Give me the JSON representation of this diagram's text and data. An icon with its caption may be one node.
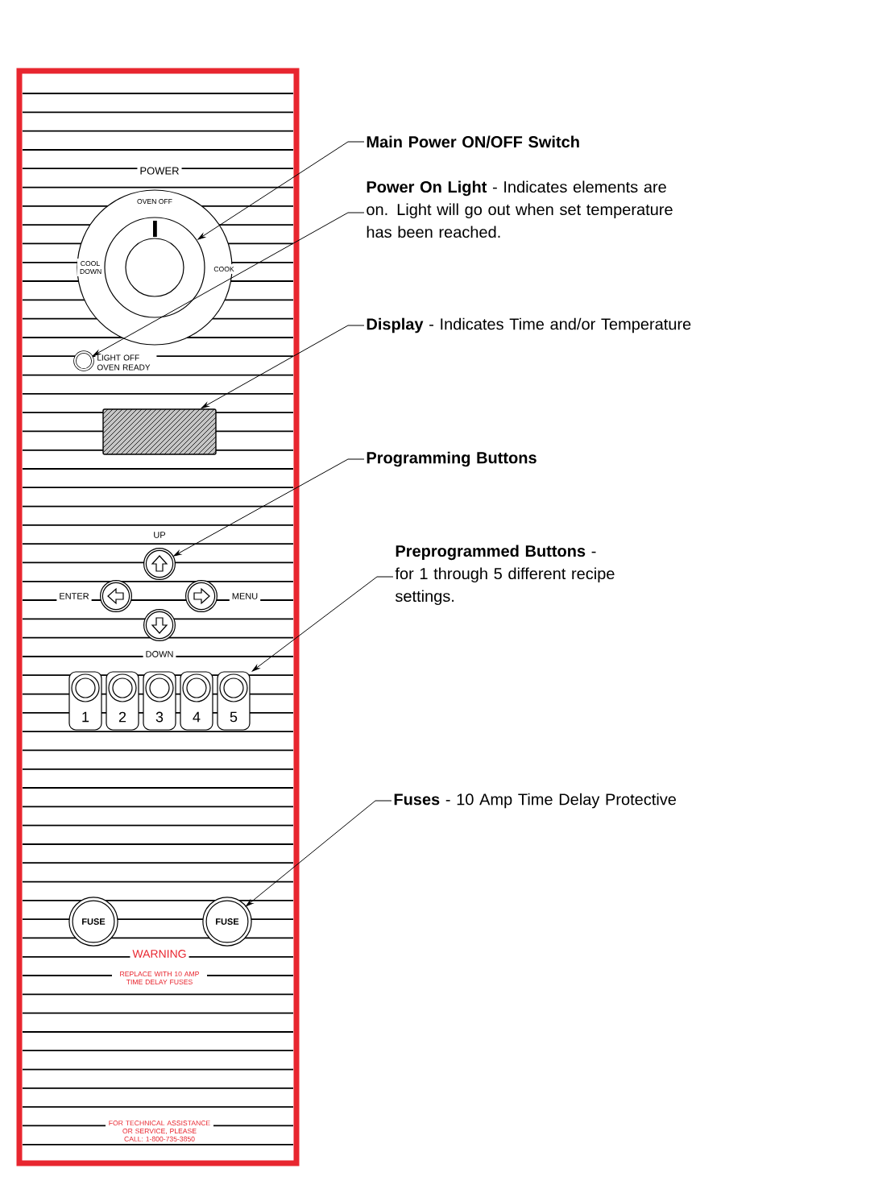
{
  "diagram": {
    "nodes": [
      {
        "text": [
          "Main Power ON/OFF Switch"
        ]
      },
      {
        "text": [
          "**Power On Light** - Indicates elements are on. Light will go out when set temperature has been reached."
        ]
      },
      {
        "text": [
          "**Display** - Indicates Time and/or Temperature"
        ]
      },
      {
        "text": [
          "Programming Buttons"
        ]
      },
      {
        "text": [
          "**Preprogrammed Buttons** - for 1 through 5 different recipe settings."
        ]
      },
      {
        "text": [
          "**Fuses** - 10 Amp Time Delay Protective"
        ]
      },
      {
        "text": [],
        "shape": "circle"
      },
      {
        "text": [],
        "shape": "circle",
        "beside": [
          "LIGHT OFF OVEN READY"
        ]
      },
      {
        "text": [],
        "shape": "box"
      },
      {
        "text": [],
        "shape": "circle",
        "beside": [
          "UP"
        ]
      },
      {
        "text": [],
        "shape": "circle",
        "beside": [
          "ENTER"
        ]
      },
      {
        "text": [],
        "shape": "circle",
        "beside": [
          "MENU"
        ]
      },
      {
        "text": [],
        "shape": "circle",
        "beside": [
          "DOWN"
        ]
      },
      {
        "text": [
          "1"
        ]
      },
      {
        "text": [
          "2"
        ]
      },
      {
        "text": [
          "3"
        ]
      },
      {
        "text": [
          "4"
        ]
      },
      {
        "text": [
          "5"
        ]
      },
      {
        "text": [
          "FUSE"
        ]
      },
      {
        "text": [
          "FUSE"
        ]
      }
    ],
    "edges": [
      {
        "from": 0,
        "to": 6,
        "arrow": "to"
      },
      {
        "from": 1,
        "to": 7,
        "arrow": "to"
      },
      {
        "from": 2,
        "to": 8,
        "arrow": "to"
      },
      {
        "from": 3,
        "to": 9,
        "arrow": "to"
      },
      {
        "from": 4,
        "to": 17,
        "arrow": "to"
      },
      {
        "from": 5,
        "to": 19,
        "arrow": "to"
      }
    ],
    "labels": [
      "POWER",
      "OVEN OFF",
      "COOL DOWN",
      "COOK",
      "WARNING",
      "REPLACE WITH 10 AMP TIME DELAY FUSES",
      "FOR TECHNICAL ASSISTANCE OR SERVICE, PLEASE CALL: 1-800-735-3850"
    ]
  }
}
